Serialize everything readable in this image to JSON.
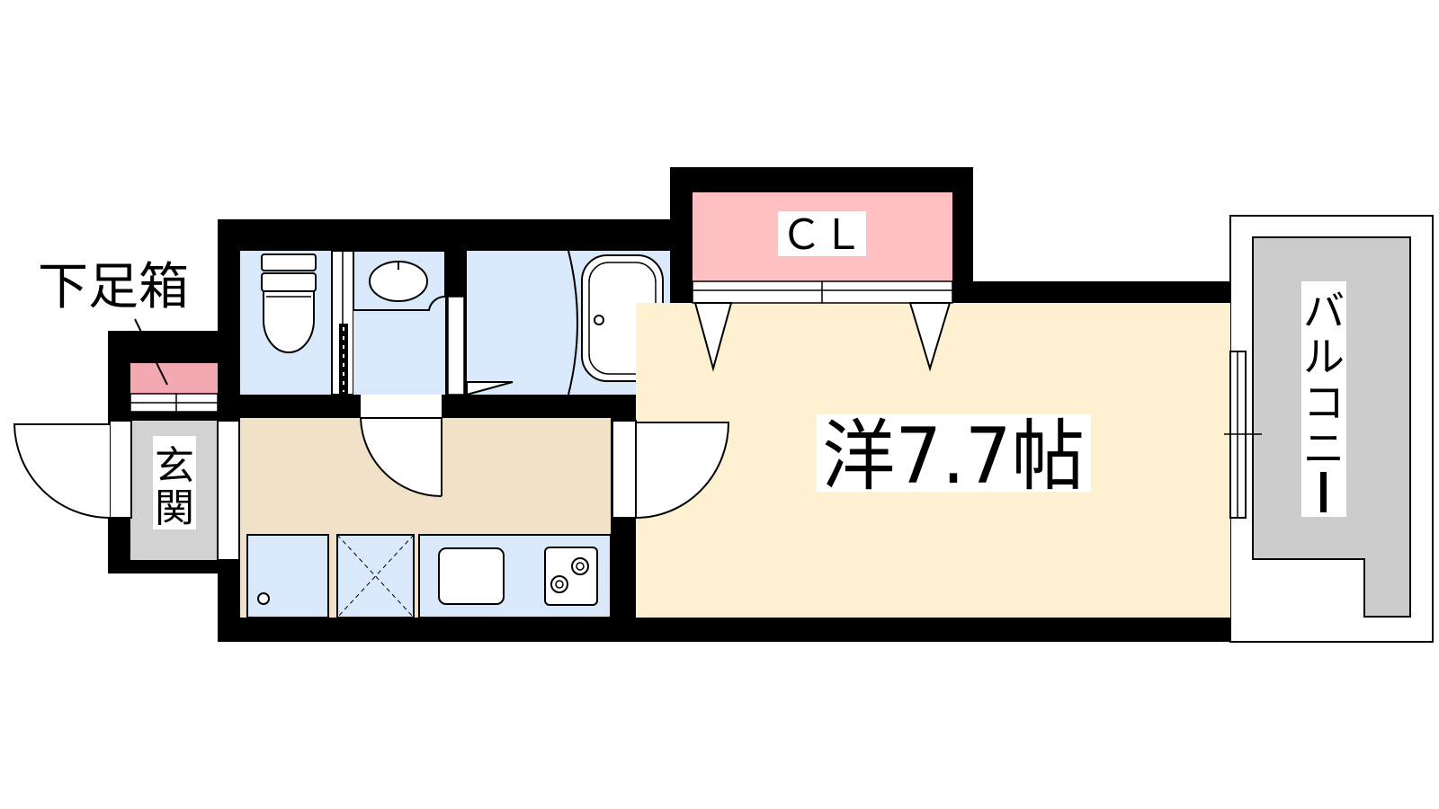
{
  "labels": {
    "shoe_box": "下足箱",
    "entrance": [
      "玄",
      "関"
    ],
    "closet": "ＣＬ",
    "western_room": "洋7.7帖",
    "balcony": [
      "バ",
      "ル",
      "コ",
      "ニ",
      "ー"
    ]
  },
  "colors": {
    "wall": "#000000",
    "closet_fill": "#ffbfc3",
    "wet_area_fill": "#d9e9fb",
    "kitchen_fill": "#f1e1c9",
    "room_fill": "#fdf1d1",
    "entrance_fill": "#d2d2d2",
    "balcony_fill": "#cccccc",
    "shoe_box_fill": "#f4a8b2"
  }
}
